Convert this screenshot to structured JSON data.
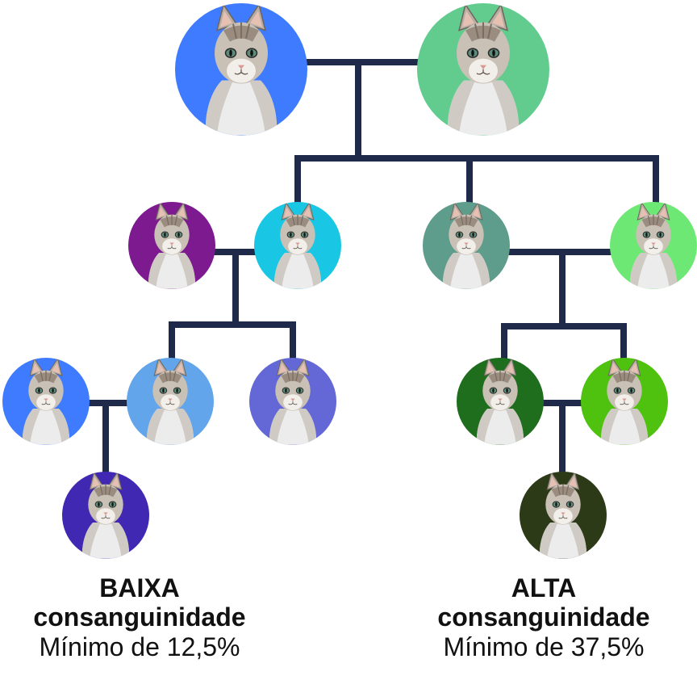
{
  "lineColor": "#1f2a4a",
  "icon": "cat-portrait-icon",
  "nodes": [
    {
      "id": "gp1",
      "color": "#3f7bff"
    },
    {
      "id": "gp2",
      "color": "#62cc8f"
    },
    {
      "id": "p1",
      "color": "#7d1a8f"
    },
    {
      "id": "p2",
      "color": "#19c6e3"
    },
    {
      "id": "p3",
      "color": "#5e9c8b"
    },
    {
      "id": "p4",
      "color": "#6de874"
    },
    {
      "id": "c1",
      "color": "#3f7bff"
    },
    {
      "id": "c2",
      "color": "#62a5ea"
    },
    {
      "id": "c3",
      "color": "#6468d6"
    },
    {
      "id": "c4",
      "color": "#1e6e1e"
    },
    {
      "id": "c5",
      "color": "#4ec20f"
    },
    {
      "id": "low_offspring",
      "color": "#4128b3"
    },
    {
      "id": "high_offspring",
      "color": "#2d3a18"
    }
  ],
  "low": {
    "line1": "BAIXA",
    "line2": "consanguinidade",
    "line3": "Mínimo de 12,5%"
  },
  "high": {
    "line1": "ALTA",
    "line2": "consanguinidade",
    "line3": "Mínimo de 37,5%"
  }
}
